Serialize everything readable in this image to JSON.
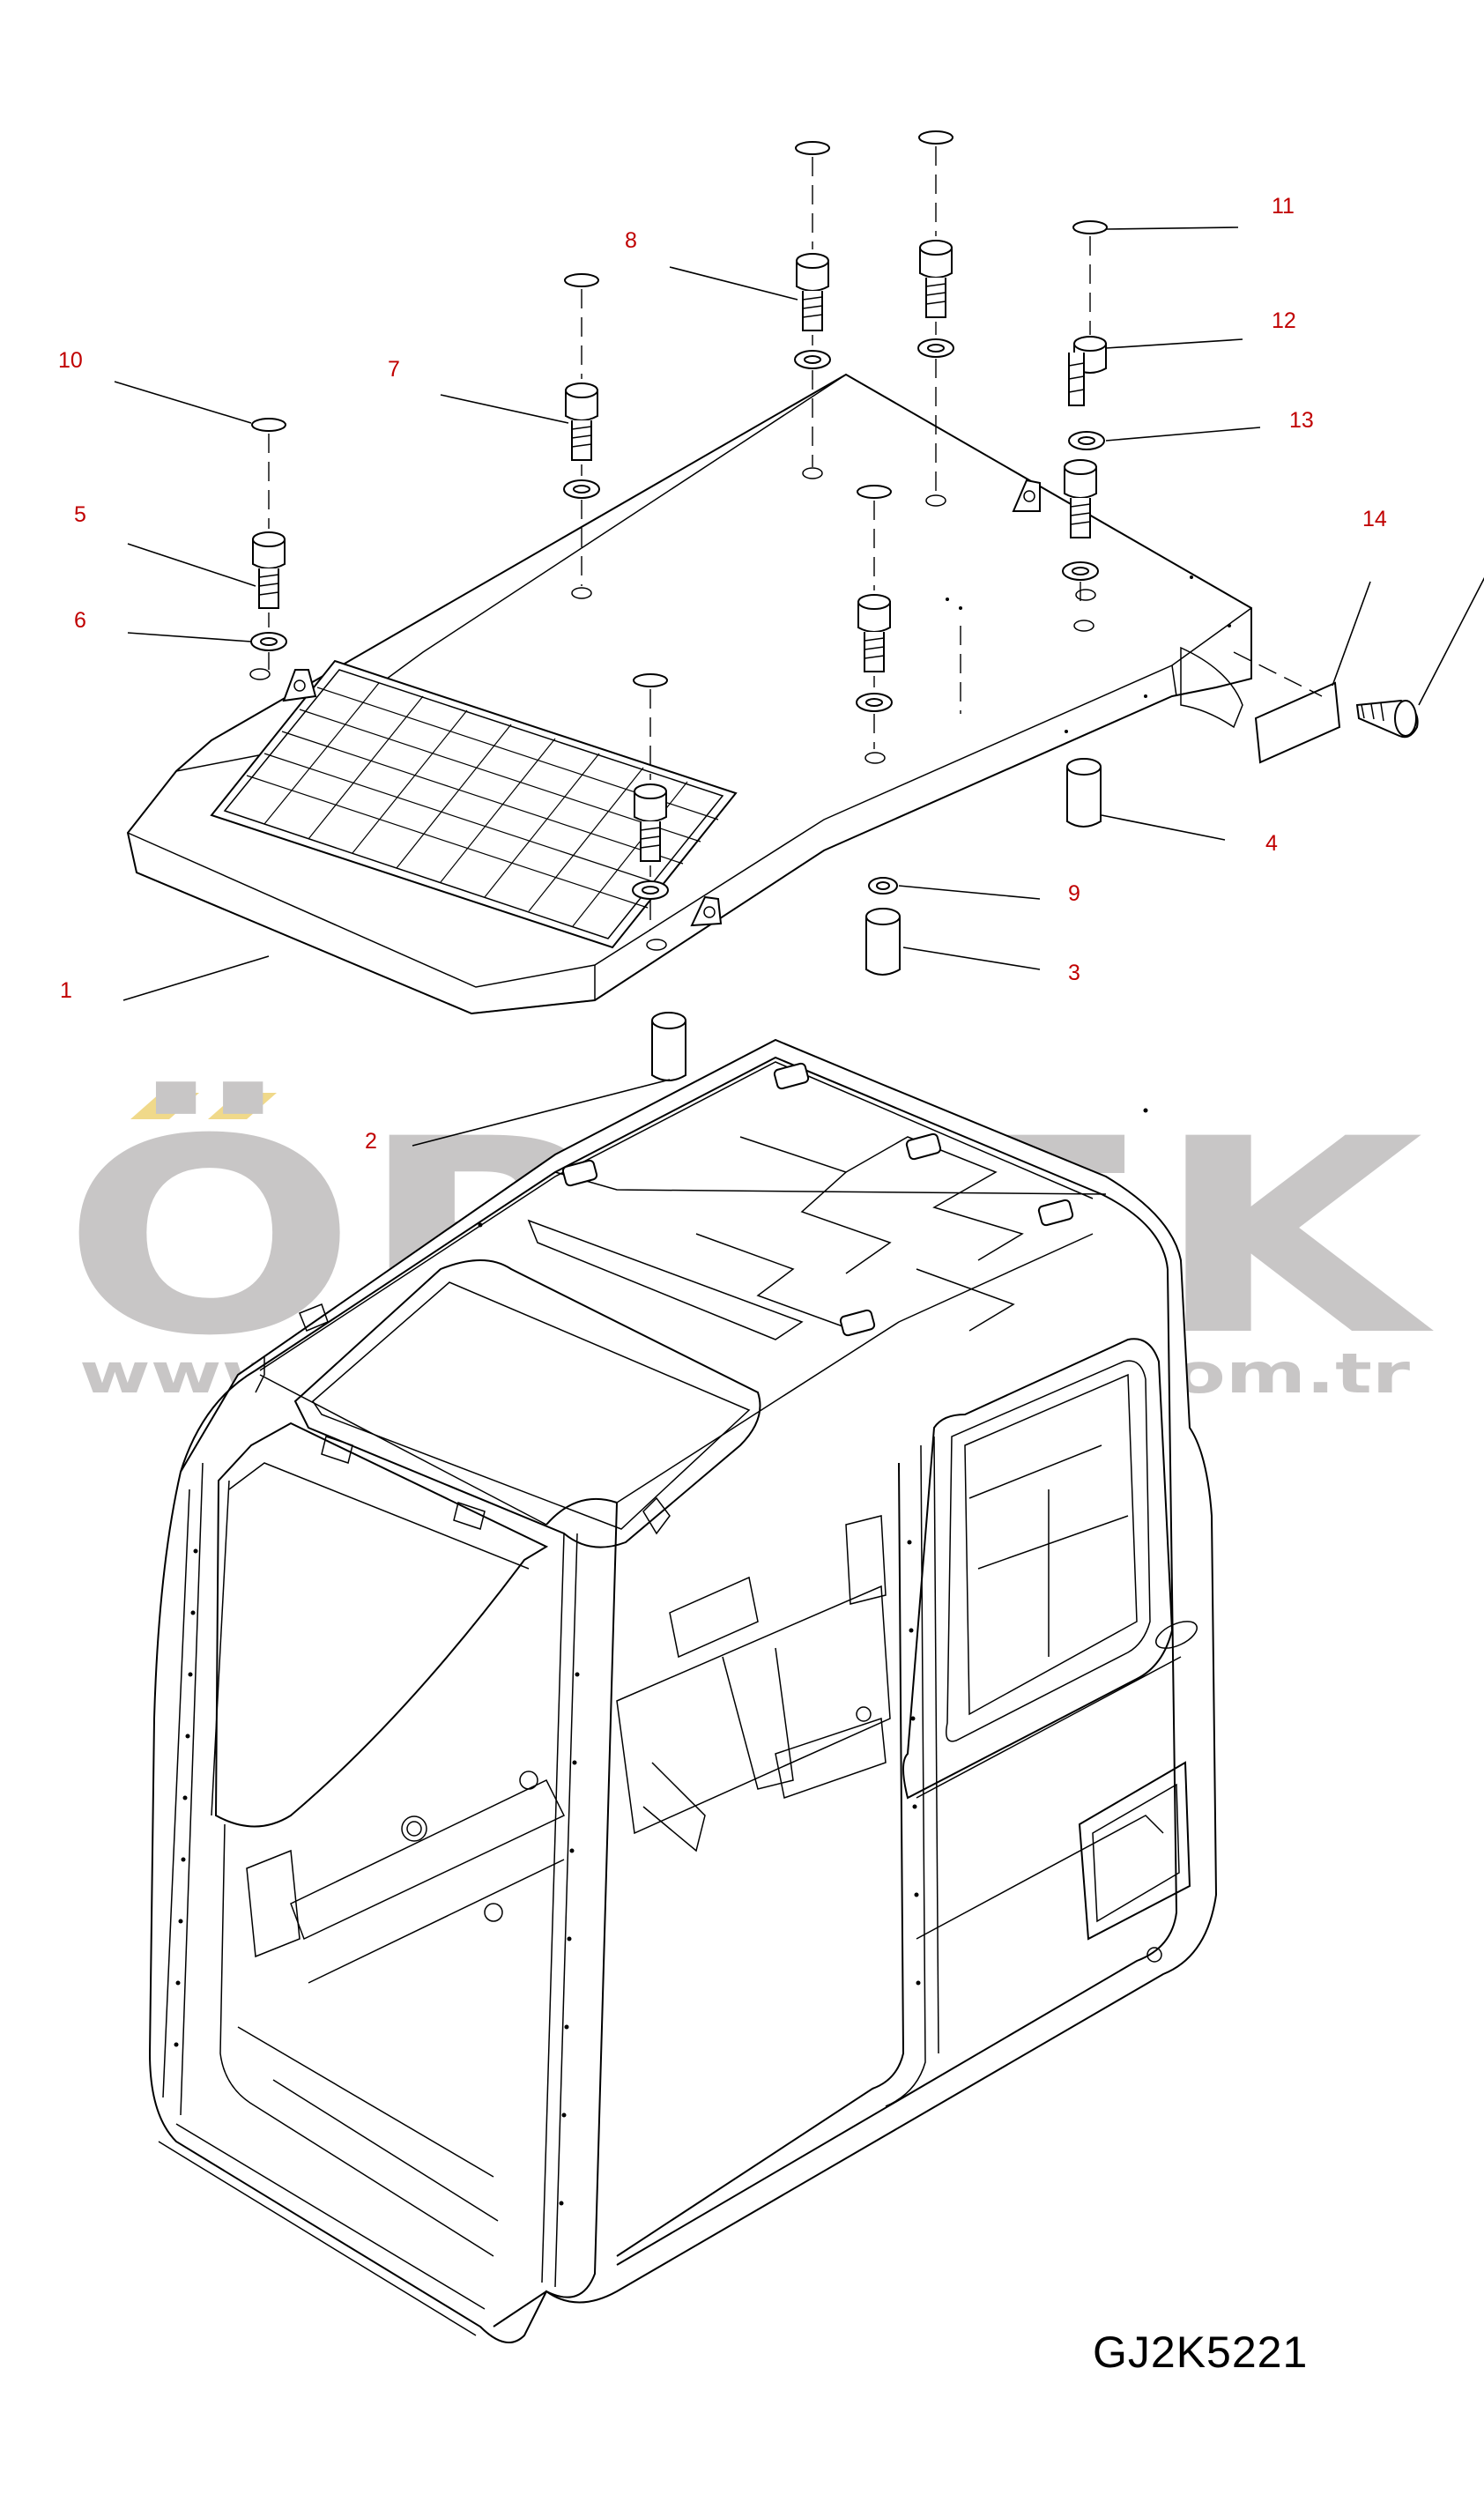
{
  "watermark": {
    "brand": "ÖRNEK",
    "url": "www.ornekismakinalari.com.tr",
    "accent_color": "#f0d98a",
    "text_color": "#c8c6c6"
  },
  "drawing_code": "GJ2K5221",
  "label_color": "#c00000",
  "callouts": [
    {
      "id": "c1",
      "text": "1"
    },
    {
      "id": "c2",
      "text": "2"
    },
    {
      "id": "c3",
      "text": "3"
    },
    {
      "id": "c4",
      "text": "4"
    },
    {
      "id": "c5",
      "text": "5"
    },
    {
      "id": "c6",
      "text": "6"
    },
    {
      "id": "c7",
      "text": "7"
    },
    {
      "id": "c8",
      "text": "8"
    },
    {
      "id": "c9",
      "text": "9"
    },
    {
      "id": "c10",
      "text": "10"
    },
    {
      "id": "c11",
      "text": "11"
    },
    {
      "id": "c12",
      "text": "12"
    },
    {
      "id": "c13",
      "text": "13"
    },
    {
      "id": "c14",
      "text": "14"
    }
  ]
}
